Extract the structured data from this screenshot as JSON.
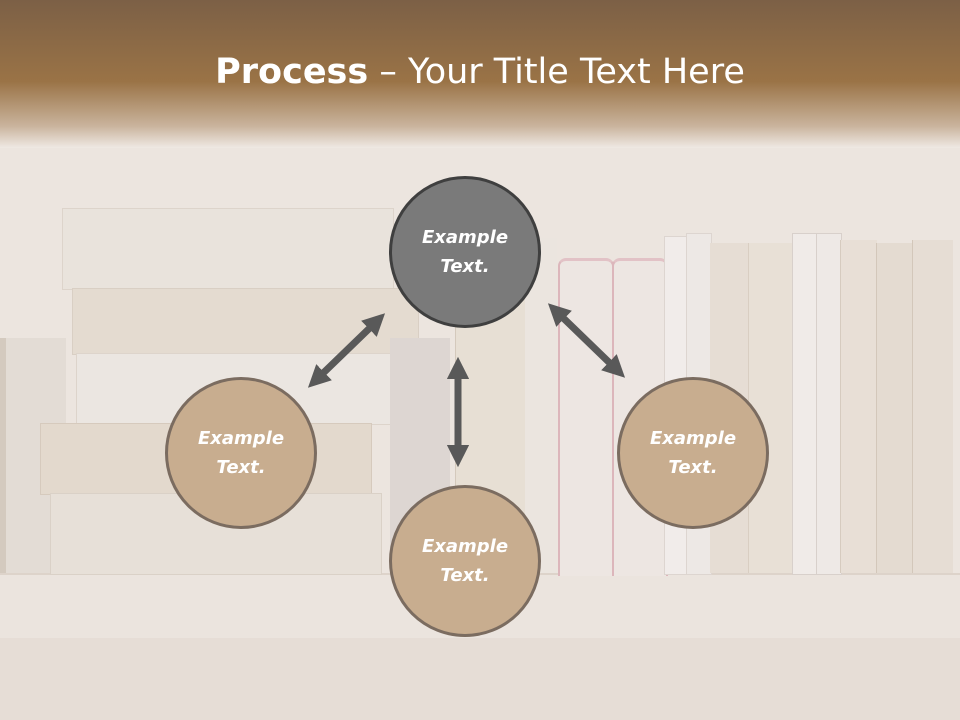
{
  "title": {
    "bold": "Process",
    "rest": " – Your Title Text Here"
  },
  "nodes": {
    "top": "Example Text.",
    "left": "Example Text.",
    "right": "Example Text.",
    "bottom": "Example Text."
  },
  "colors": {
    "header_top": "#7c6046",
    "header_mid": "#9a7346",
    "background": "#efe9e4",
    "node_center_fill": "#7a7a7a",
    "node_side_fill": "#c8ad8f",
    "arrow": "#595959"
  }
}
